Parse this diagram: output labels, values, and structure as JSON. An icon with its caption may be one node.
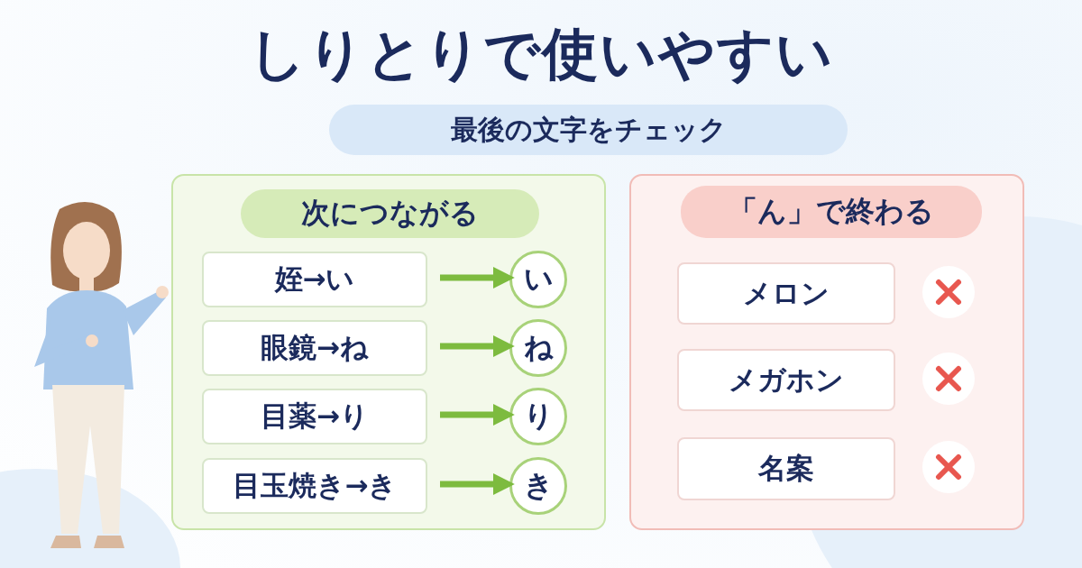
{
  "diagram": {
    "title": "しりとりで使いやすい",
    "nodes": [
      {
        "text": [
          "次につながる"
        ]
      },
      {
        "text": [
          "姪→い"
        ],
        "in": 0
      },
      {
        "text": [
          "い"
        ],
        "in": 0
      },
      {
        "text": [
          "眼鏡→ね"
        ],
        "in": 0
      },
      {
        "text": [
          "ね"
        ],
        "in": 0
      },
      {
        "text": [
          "目薬→り"
        ],
        "in": 0
      },
      {
        "text": [
          "り"
        ],
        "in": 0
      },
      {
        "text": [
          "目玉焼き→き"
        ],
        "in": 0
      },
      {
        "text": [
          "き"
        ],
        "in": 0
      },
      {
        "text": [
          "「ん」で終わる"
        ]
      },
      {
        "text": [
          "メロン"
        ],
        "in": 9
      },
      {
        "text": [
          "メガホン"
        ],
        "in": 9
      },
      {
        "text": [
          "名案"
        ],
        "in": 9
      }
    ],
    "edges": [
      {
        "from": 1,
        "to": 2,
        "arrow": "to"
      },
      {
        "from": 3,
        "to": 4,
        "arrow": "to"
      },
      {
        "from": 5,
        "to": 6,
        "arrow": "to"
      },
      {
        "from": 7,
        "to": 8,
        "arrow": "to"
      }
    ],
    "labels": [
      "最後の文字をチェック"
    ]
  }
}
